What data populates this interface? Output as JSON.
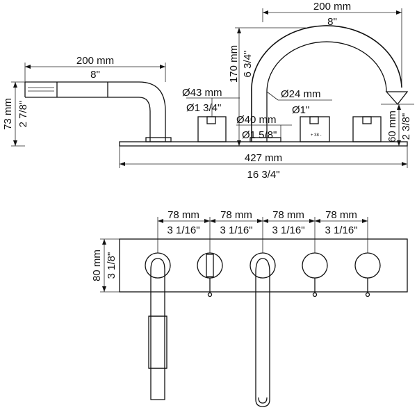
{
  "side_view": {
    "hand_shower_width_mm": "200 mm",
    "hand_shower_width_in": "8\"",
    "hand_shower_height_mm": "73 mm",
    "hand_shower_height_in": "2 7/8\"",
    "spout_width_mm": "200 mm",
    "spout_width_in": "8\"",
    "spout_height_mm": "170 mm",
    "spout_height_in": "6 3/4\"",
    "handle_dia_mm": "Ø43 mm",
    "handle_dia_in": "Ø1 3/4\"",
    "spout_outlet_dia_mm": "Ø24 mm",
    "spout_outlet_dia_in": "Ø1\"",
    "spout_base_dia_mm": "Ø40 mm",
    "spout_base_dia_in": "Ø1 5/8\"",
    "valve_height_mm": "60 mm",
    "valve_height_in": "2 3/8\"",
    "total_length_mm": "427 mm",
    "total_length_in": "16 3/4\"",
    "valve_marking": "+ 38 -"
  },
  "plan_view": {
    "spacing": [
      {
        "mm": "78 mm",
        "in": "3 1/16\""
      },
      {
        "mm": "78 mm",
        "in": "3 1/16\""
      },
      {
        "mm": "78 mm",
        "in": "3 1/16\""
      },
      {
        "mm": "78 mm",
        "in": "3 1/16\""
      }
    ],
    "depth_mm": "80 mm",
    "depth_in": "3 1/8\""
  }
}
